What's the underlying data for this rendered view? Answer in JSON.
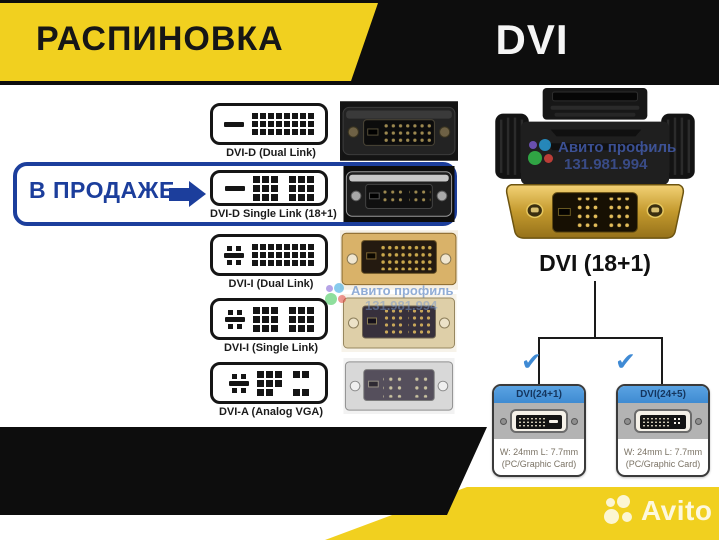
{
  "header": {
    "left_title": "РАСПИНОВКА",
    "right_title": "DVI"
  },
  "sale_badge": {
    "label": "В ПРОДАЖЕ"
  },
  "pinout_rows": [
    {
      "label": "DVI-D (Dual Link)",
      "analog_dots": false,
      "clusters": [
        "11111111|11111111|11111111"
      ],
      "highlighted": false
    },
    {
      "label": "DVI-D Single Link (18+1)",
      "analog_dots": false,
      "clusters": [
        "111|111|111",
        "111|111|111"
      ],
      "highlighted": true
    },
    {
      "label": "DVI-I (Dual Link)",
      "analog_dots": true,
      "clusters": [
        "11111111|11111111|11111111"
      ],
      "highlighted": false
    },
    {
      "label": "DVI-I (Single Link)",
      "analog_dots": true,
      "clusters": [
        "111|111|111",
        "111|111|111"
      ],
      "highlighted": false
    },
    {
      "label": "DVI-A (Analog VGA)",
      "analog_dots": true,
      "clusters": [
        "111|111|110",
        "11|00|11"
      ],
      "highlighted": false
    }
  ],
  "adapter": {
    "caption": "DVI (18+1)"
  },
  "cards": [
    {
      "title": "DVI(24+1)",
      "dimensions": "W: 24mm  L: 7.7mm",
      "subtitle": "(PC/Graphic Card)",
      "mark": "dash"
    },
    {
      "title": "DVI(24+5)",
      "dimensions": "W: 24mm  L: 7.7mm",
      "subtitle": "(PC/Graphic Card)",
      "mark": "dots"
    }
  ],
  "watermark": {
    "line1": "Авито профиль",
    "line2": "131.981.994"
  },
  "brand": {
    "logo_text": "Avito"
  },
  "colors": {
    "accent_yellow": "#F1D01F",
    "accent_blue": "#1C3E9C",
    "card_header_blue": "#4796DC",
    "check_blue": "#3F8AD4",
    "banner_black": "#0D0D0D"
  }
}
